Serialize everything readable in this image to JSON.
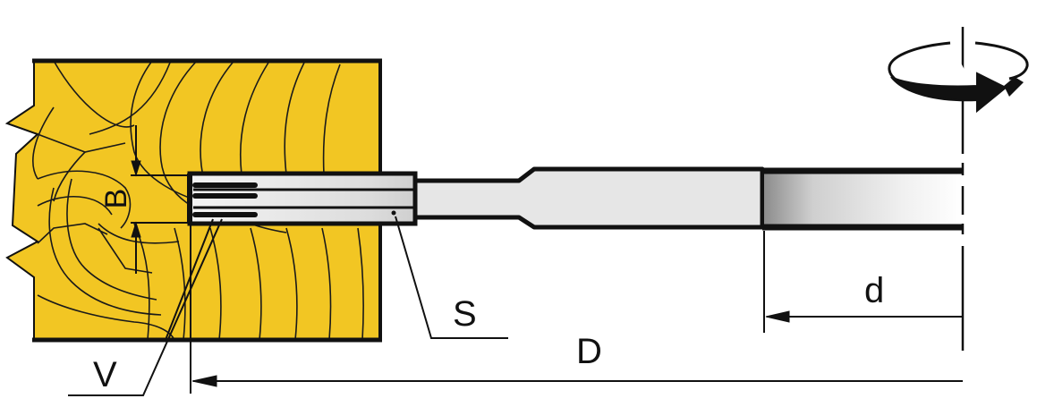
{
  "labels": {
    "B": "B",
    "S": "S",
    "V": "V",
    "d": "d",
    "D": "D"
  },
  "colors": {
    "wood": "#F2C623",
    "wood_grain": "#1a1a1a",
    "outline": "#111111",
    "shank": "#e6e6e6",
    "background": "#ffffff"
  },
  "icons": {
    "rotation": "rotation-arrow-icon"
  }
}
